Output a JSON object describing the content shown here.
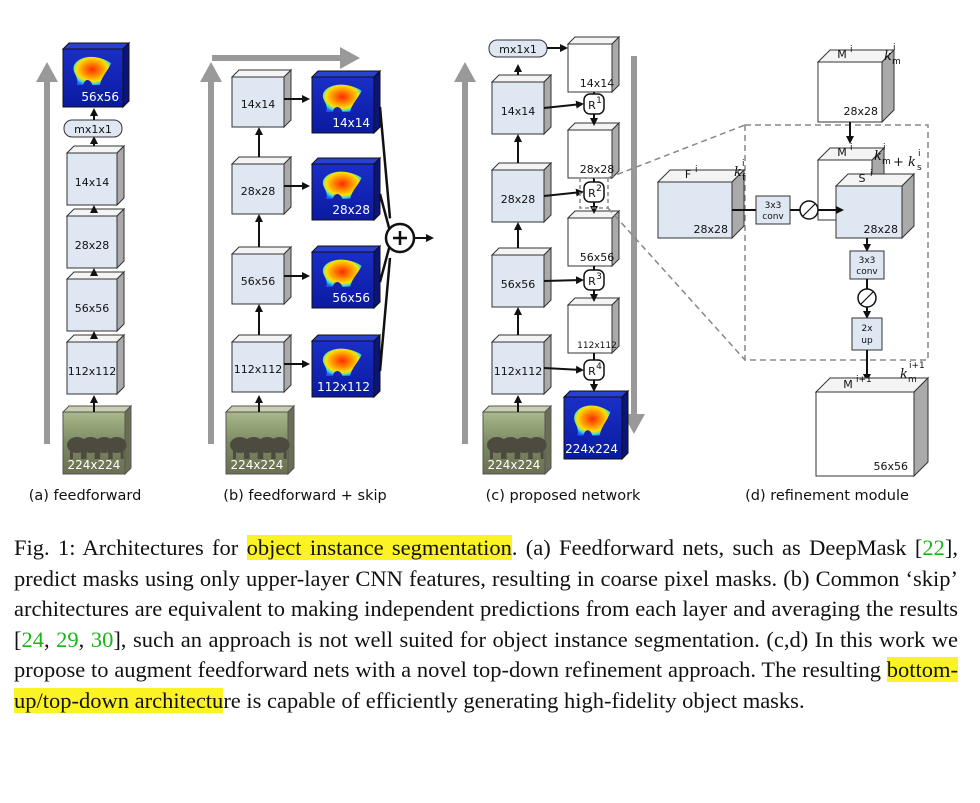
{
  "panels": {
    "a": {
      "caption": "(a) feedforward",
      "blocks": [
        "112x112",
        "56x56",
        "28x28",
        "14x14"
      ],
      "mx": "mx1x1",
      "mask": "56x56",
      "image": "224x224"
    },
    "b": {
      "caption": "(b) feedforward + skip",
      "blocks": [
        "112x112",
        "56x56",
        "28x28",
        "14x14"
      ],
      "masks": [
        "14x14",
        "28x28",
        "56x56",
        "112x112"
      ],
      "image": "224x224",
      "plus": "+"
    },
    "c": {
      "caption": "(c) proposed network",
      "left_blocks": [
        "112x112",
        "56x56",
        "28x28",
        "14x14"
      ],
      "right_blocks": [
        "14x14",
        "28x28",
        "56x56",
        "112x112"
      ],
      "refine_labels": [
        "R",
        "R",
        "R",
        "R"
      ],
      "refine_sups": [
        "1",
        "2",
        "3",
        "4"
      ],
      "mx": "mx1x1",
      "mask": "224x224",
      "image": "224x224"
    },
    "d": {
      "caption": "(d) refinement module",
      "m_top": "28x28",
      "f": "28x28",
      "s": "28x28",
      "m_out": "56x56",
      "conv1": [
        "3x3",
        "conv"
      ],
      "conv2": [
        "3x3",
        "conv"
      ],
      "up": [
        "2x",
        "up"
      ]
    }
  },
  "caption": {
    "p1": "Fig. 1: Architectures for ",
    "h1": "object instance segmentation",
    "p2": ". (a) Feedforward nets, such as DeepMask [",
    "c1": "22",
    "p3": "], predict masks using only upper-layer CNN features, resulting in coarse pixel masks. (b) Common ‘skip’ architectures are equivalent to making independent predictions from each layer and averaging the results [",
    "c2": "24",
    "s1": ", ",
    "c3": "29",
    "s2": ", ",
    "c4": "30",
    "p4": "], such an approach is not well suited for object instance segmentation. (c,d) In this work we propose to augment feedforward nets with a novel top-down refinement approach. The resulting ",
    "h2": "bottom-up/top-down architectu",
    "p5": "re is capable of efficiently generating high-fidelity object masks."
  }
}
